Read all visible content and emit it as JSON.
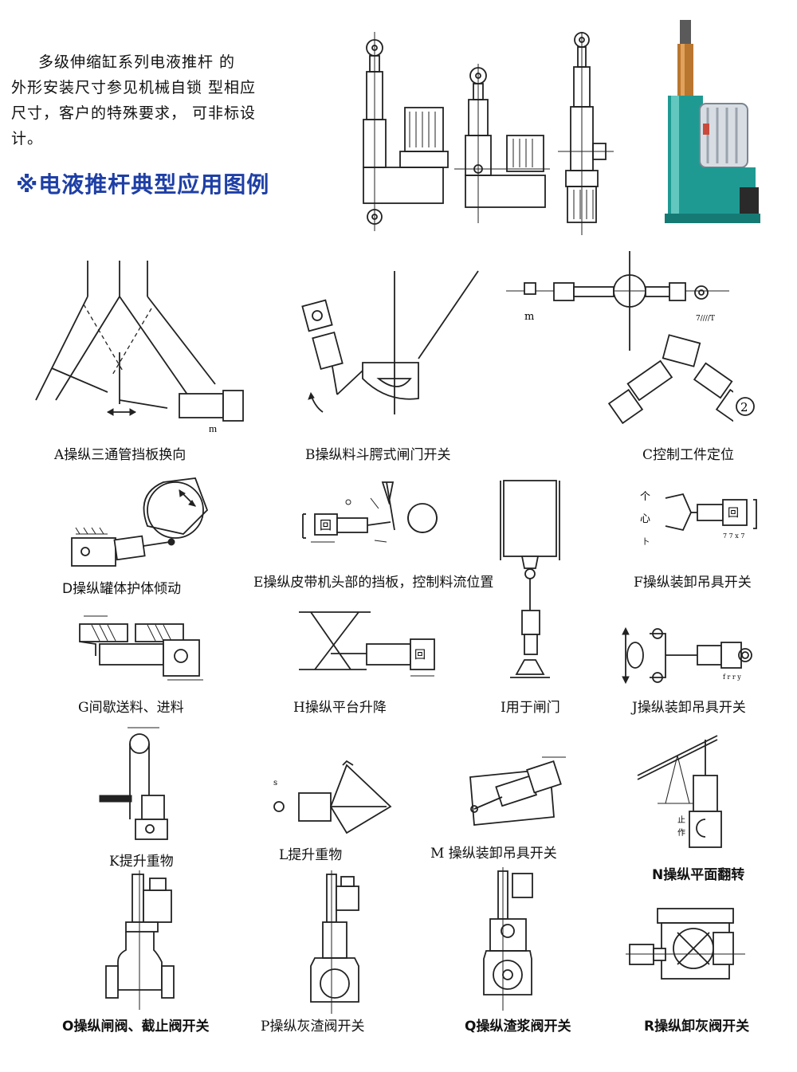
{
  "intro": {
    "line1": "多级伸缩缸系列电液推杆  的",
    "line2": "外形安装尺寸参见机械自锁  型相应",
    "line3": "尺寸，客户的特殊要求，    可非标设计。"
  },
  "heading": "※电液推杆典型应用图例",
  "captions": {
    "A": "A操纵三通管挡板换向",
    "B": "B操纵料斗腭式闸门开关",
    "C": "C控制工件定位",
    "D": "D操纵罐体护体倾动",
    "E": "E操纵皮带机头部的挡板，控制料流位置",
    "F": "F操纵装卸吊具开关",
    "G": "G间歇送料、进料",
    "H": "H操纵平台升降",
    "I": "I用于闸门",
    "J": "J操纵装卸吊具开关",
    "K": "K提升重物",
    "L": "L提升重物",
    "M": "M 操纵装卸吊具开关",
    "N": "N操纵平面翻转",
    "O": "O操纵闸阀、截止阀开关",
    "P": "P操纵灰渣阀开关",
    "Q": "Q操纵渣浆阀开关",
    "R": "R操纵卸灰阀开关"
  },
  "labels": {
    "motor_box": "回",
    "m": "m",
    "two": "2",
    "c_hatch": "7////T",
    "f_chars": [
      "个",
      "心",
      "卜"
    ],
    "f_hatch": "7 7 x 7",
    "j_hatch": "f r r y",
    "l_s": "s",
    "n_chars": [
      "止",
      "作"
    ]
  },
  "colors": {
    "heading": "#1e3fa6",
    "photo_body": "#1f9a93",
    "photo_motor": "#d8dde3",
    "photo_rod": "#b9762f"
  }
}
